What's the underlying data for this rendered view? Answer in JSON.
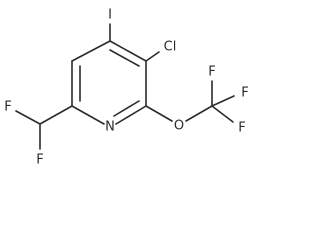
{
  "molecule": {
    "atoms": {
      "iodine": "I",
      "chlorine": "Cl",
      "nitrogen": "N",
      "oxygen": "O",
      "fluorine_1": "F",
      "fluorine_2": "F",
      "fluorine_3": "F",
      "fluorine_4": "F",
      "fluorine_5": "F"
    }
  }
}
